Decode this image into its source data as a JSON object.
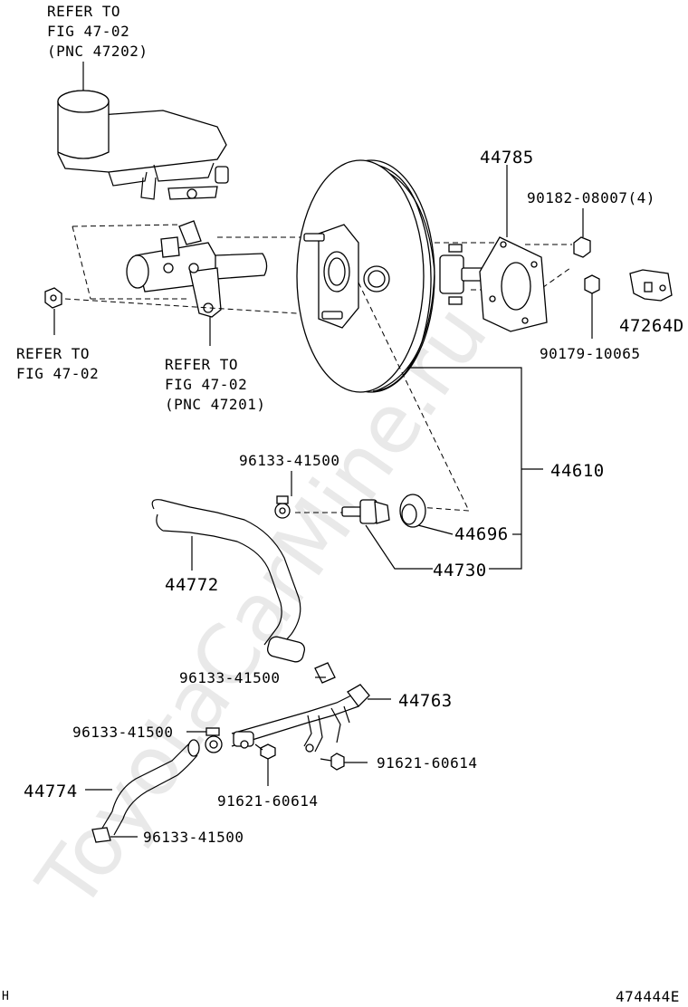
{
  "watermark": "ToyotaCarMine.ru",
  "corner_mark": "H",
  "figure_code": "474444E",
  "labels": {
    "ref_reservoir": [
      "REFER TO",
      "FIG 47-02",
      "(PNC 47202)"
    ],
    "ref_nut": [
      "REFER TO",
      "FIG 47-02"
    ],
    "ref_master": [
      "REFER TO",
      "FIG 47-02",
      "(PNC 47201)"
    ],
    "p44785": "44785",
    "p90182": "90182-08007(4)",
    "p47264d": "47264D",
    "p90179": "90179-10065",
    "p44610": "44610",
    "p96133_a": "96133-41500",
    "p44696": "44696",
    "p44730": "44730",
    "p44772": "44772",
    "p96133_b": "96133-41500",
    "p44763": "44763",
    "p96133_c": "96133-41500",
    "p91621_a": "91621-60614",
    "p44774": "44774",
    "p91621_b": "91621-60614",
    "p96133_d": "96133-41500"
  }
}
